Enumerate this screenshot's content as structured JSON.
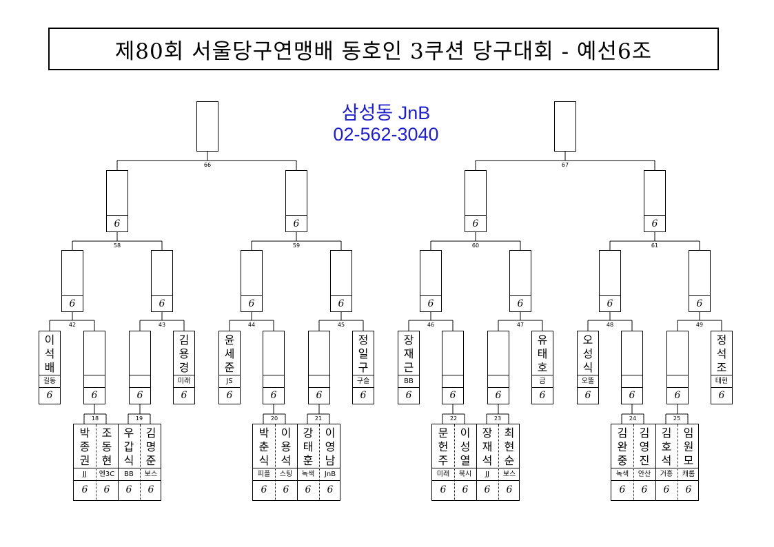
{
  "title": "제80회 서울당구연맹배 동호인 3쿠션 당구대회 - 예선6조",
  "sponsor": {
    "name": "삼성동 JnB",
    "phone": "02-562-3040",
    "color": "#2020c8"
  },
  "score_mark": "6",
  "final_matches": [
    "66",
    "67"
  ],
  "semi_matches": [
    "58",
    "59",
    "60",
    "61"
  ],
  "quarter_matches": [
    "42",
    "43",
    "44",
    "45",
    "46",
    "47",
    "48",
    "49"
  ],
  "prelim_matches": [
    "18",
    "19",
    "20",
    "21",
    "22",
    "23",
    "24",
    "25"
  ],
  "seeds": [
    {
      "name": "이석배",
      "club": "길동"
    },
    {
      "name": "김용경",
      "club": "미래"
    },
    {
      "name": "윤세준",
      "club": "JS"
    },
    {
      "name": "정일구",
      "club": "구슬"
    },
    {
      "name": "장재근",
      "club": "BB"
    },
    {
      "name": "유태호",
      "club": "금"
    },
    {
      "name": "오성식",
      "club": "오뚤"
    },
    {
      "name": "정석조",
      "club": "태현"
    }
  ],
  "players": [
    {
      "name": "박종권",
      "club": "JJ"
    },
    {
      "name": "조동현",
      "club": "엔3C"
    },
    {
      "name": "우갑식",
      "club": "BB"
    },
    {
      "name": "김명준",
      "club": "보스"
    },
    {
      "name": "박춘식",
      "club": "피플"
    },
    {
      "name": "이용석",
      "club": "스팅"
    },
    {
      "name": "강태훈",
      "club": "녹색"
    },
    {
      "name": "이영남",
      "club": "JnB"
    },
    {
      "name": "문헌주",
      "club": "미래"
    },
    {
      "name": "이성열",
      "club": "북시"
    },
    {
      "name": "장재석",
      "club": "JJ"
    },
    {
      "name": "최현순",
      "club": "보스"
    },
    {
      "name": "김완중",
      "club": "녹색"
    },
    {
      "name": "김영진",
      "club": "안산"
    },
    {
      "name": "김호석",
      "club": "거흥"
    },
    {
      "name": "임원모",
      "club": "캐롬"
    }
  ]
}
